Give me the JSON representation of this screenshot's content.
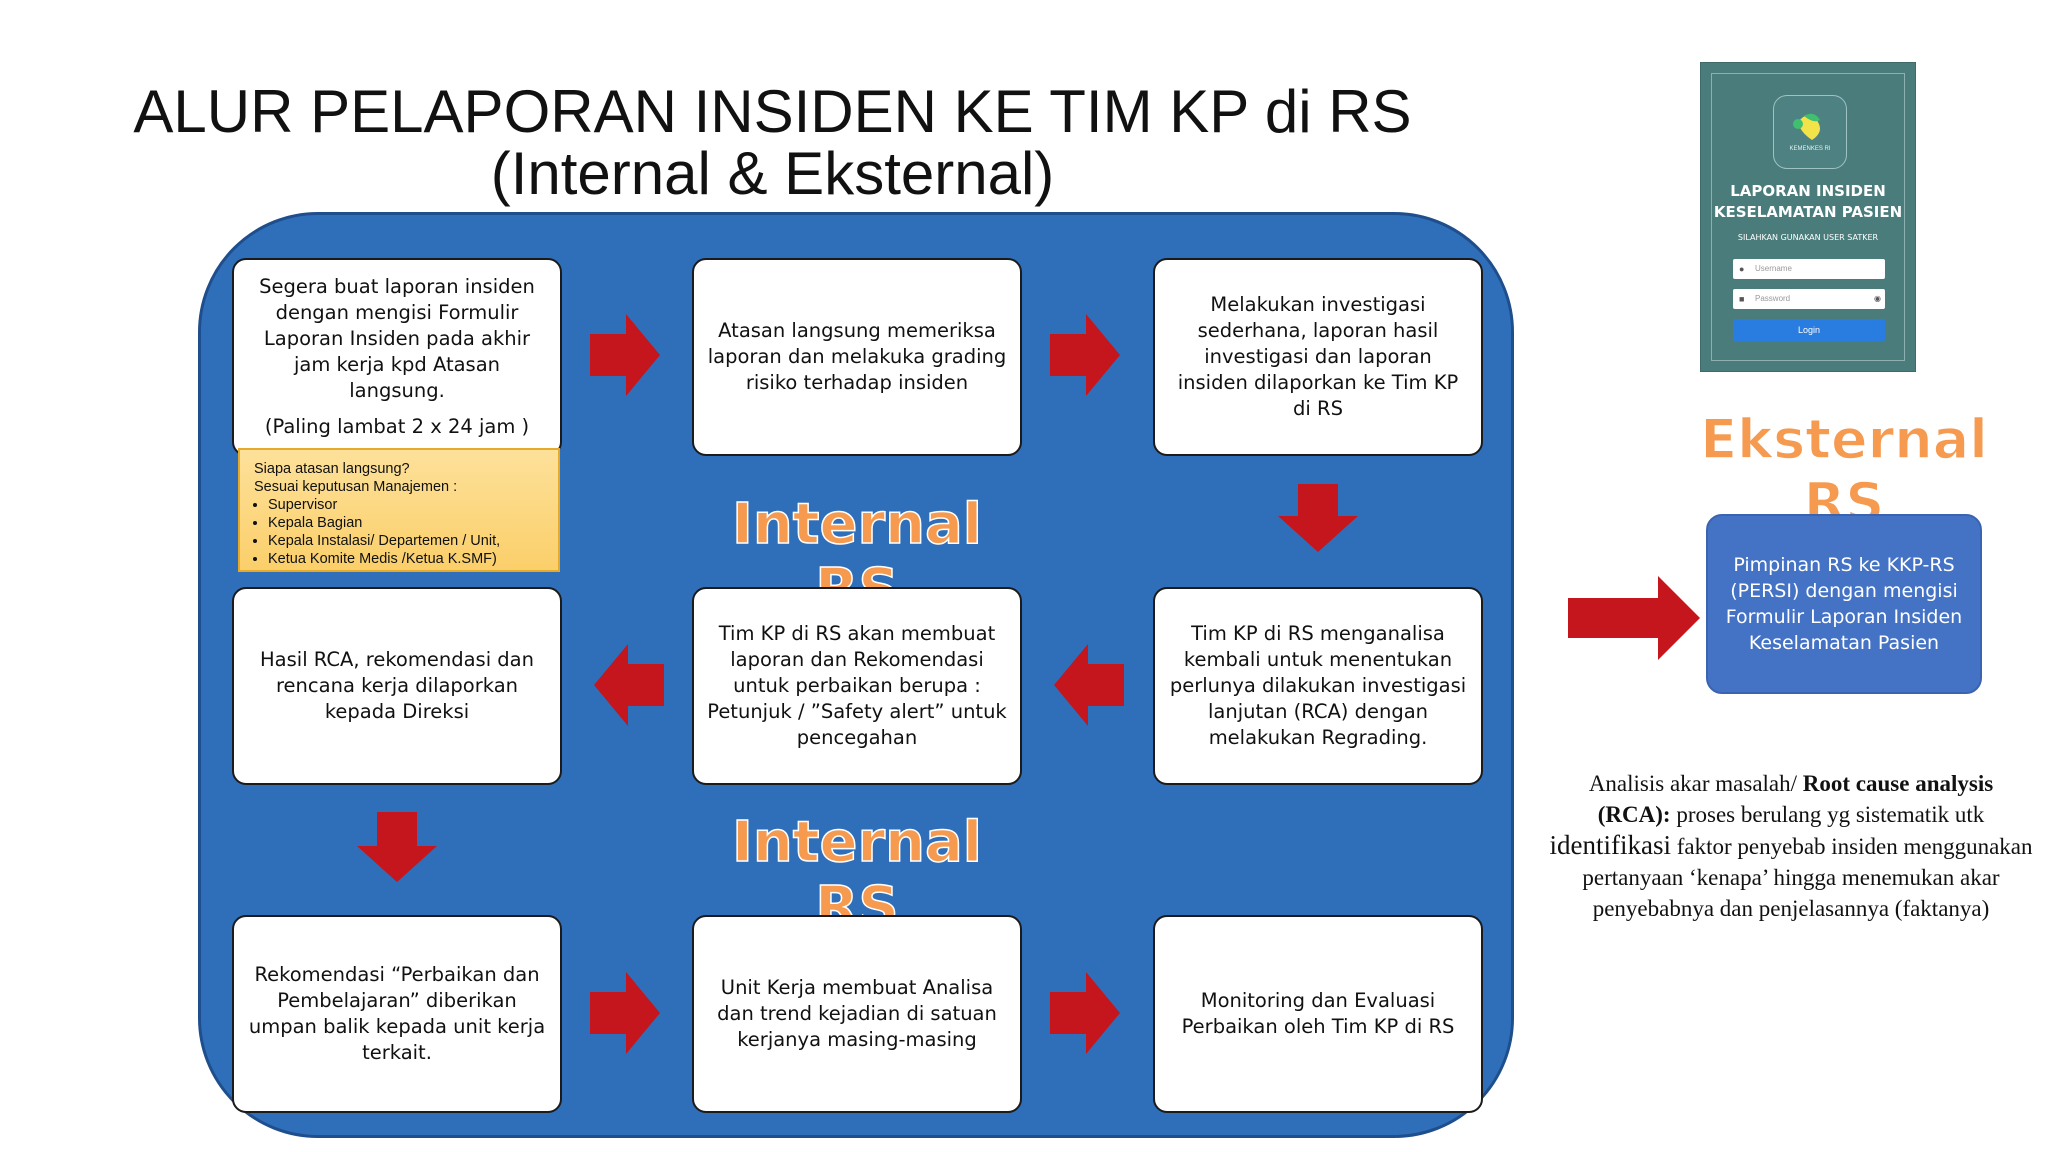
{
  "title": {
    "line1": "ALUR PELAPORAN INSIDEN KE TIM KP di RS",
    "line2": "(Internal & Eksternal)"
  },
  "colors": {
    "panel": "#2f6fba",
    "arrow": "#c4161c",
    "label_fill": "#f59a4f",
    "note_fill": "#fbcf6a",
    "external_box": "#4472c4",
    "phone_bg": "#4a7c7c"
  },
  "steps": [
    {
      "main": "Segera buat laporan insiden dengan mengisi Formulir Laporan Insiden pada akhir jam kerja kpd Atasan langsung.",
      "sub": "(Paling lambat 2 x 24 jam )"
    },
    {
      "main": "Atasan langsung memeriksa laporan dan melakuka grading risiko terhadap insiden"
    },
    {
      "main": "Melakukan investigasi sederhana, laporan hasil investigasi dan laporan insiden dilaporkan ke Tim KP di RS"
    },
    {
      "main": "Tim KP di RS menganalisa kembali untuk menentukan perlunya dilakukan investigasi lanjutan (RCA) dengan melakukan Regrading."
    },
    {
      "main": "Tim KP di RS akan membuat laporan dan Rekomendasi untuk perbaikan berupa : Petunjuk / ”Safety alert” untuk pencegahan"
    },
    {
      "main": "Hasil RCA, rekomendasi dan rencana kerja dilaporkan kepada Direksi"
    },
    {
      "main": "Rekomendasi “Perbaikan dan Pembelajaran” diberikan umpan balik kepada unit kerja terkait."
    },
    {
      "main": "Unit Kerja membuat Analisa dan trend kejadian di satuan kerjanya masing-masing"
    },
    {
      "main": "Monitoring dan Evaluasi Perbaikan oleh Tim KP di RS"
    }
  ],
  "note": {
    "line1": "Siapa atasan langsung?",
    "line2": "Sesuai keputusan Manajemen :",
    "items": [
      "Supervisor",
      "Kepala Bagian",
      "Kepala Instalasi/ Departemen / Unit,",
      "Ketua Komite Medis /Ketua K.SMF)"
    ]
  },
  "labels": {
    "internal_1": "Internal RS",
    "internal_2": "Internal RS",
    "external": "Eksternal RS"
  },
  "phone": {
    "logo_text": "KEMENKES RI",
    "title_line1": "LAPORAN INSIDEN",
    "title_line2": "KESELAMATAN PASIEN",
    "subtitle": "SILAHKAN GUNAKAN USER SATKER",
    "username_placeholder": "Username",
    "password_placeholder": "Password",
    "login_label": "Login"
  },
  "external_box": "Pimpinan RS ke KKP-RS (PERSI) dengan mengisi Formulir Laporan Insiden Keselamatan Pasien",
  "rca": {
    "part1": "Analisis akar masalah/ ",
    "bold1": "Root cause analysis",
    "bold2": "(RCA):",
    "part2": " proses berulang yg sistematik  utk",
    "big": "identifikasi",
    "part3": " faktor penyebab insiden menggunakan pertanyaan ‘kenapa’ hingga menemukan akar penyebabnya dan penjelasannya (faktanya)"
  }
}
